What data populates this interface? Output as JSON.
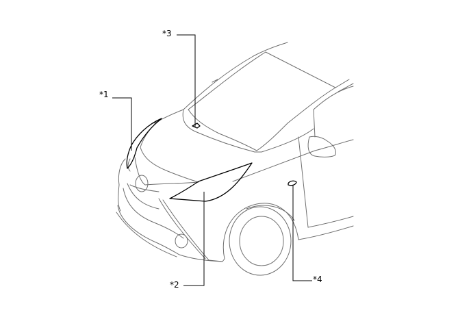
{
  "callouts": [
    {
      "id": "1",
      "label": "*1"
    },
    {
      "id": "2",
      "label": "*2"
    },
    {
      "id": "3",
      "label": "*3"
    },
    {
      "id": "4",
      "label": "*4"
    }
  ],
  "colors": {
    "outline": "#6e6e6e",
    "highlight": "#000000",
    "background": "#ffffff"
  }
}
